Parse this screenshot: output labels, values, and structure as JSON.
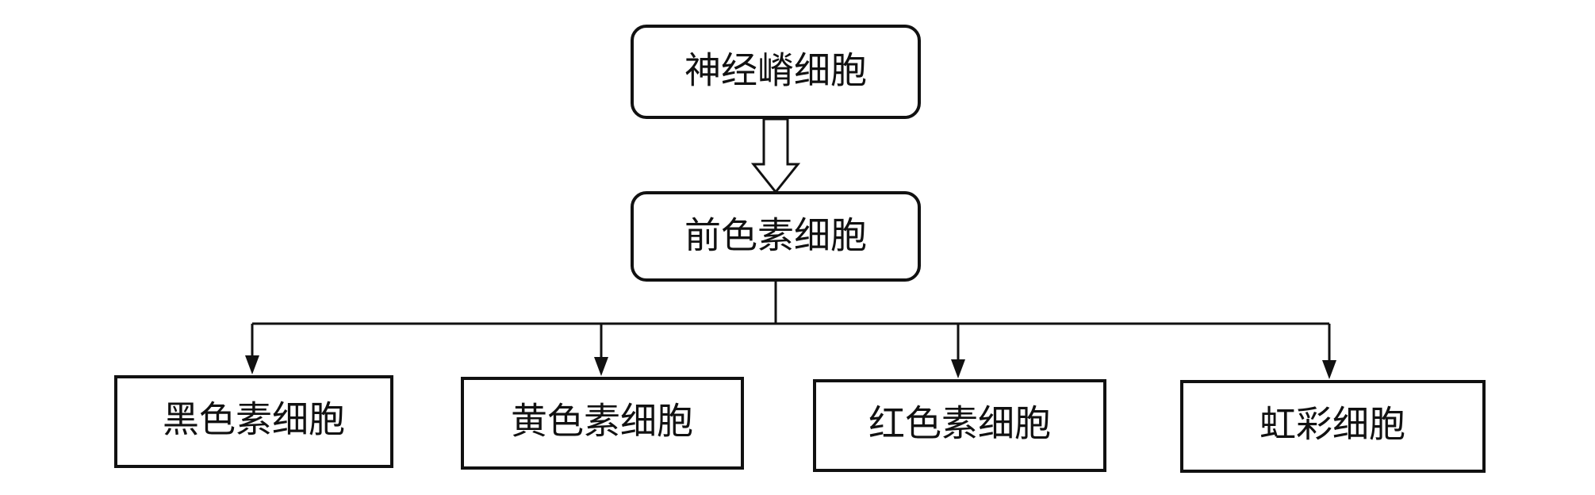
{
  "diagram": {
    "root": {
      "label": "神经嵴细胞"
    },
    "middle": {
      "label": "前色素细胞"
    },
    "children": [
      {
        "label": "黑色素细胞"
      },
      {
        "label": "黄色素细胞"
      },
      {
        "label": "红色素细胞"
      },
      {
        "label": "虹彩细胞"
      }
    ]
  }
}
